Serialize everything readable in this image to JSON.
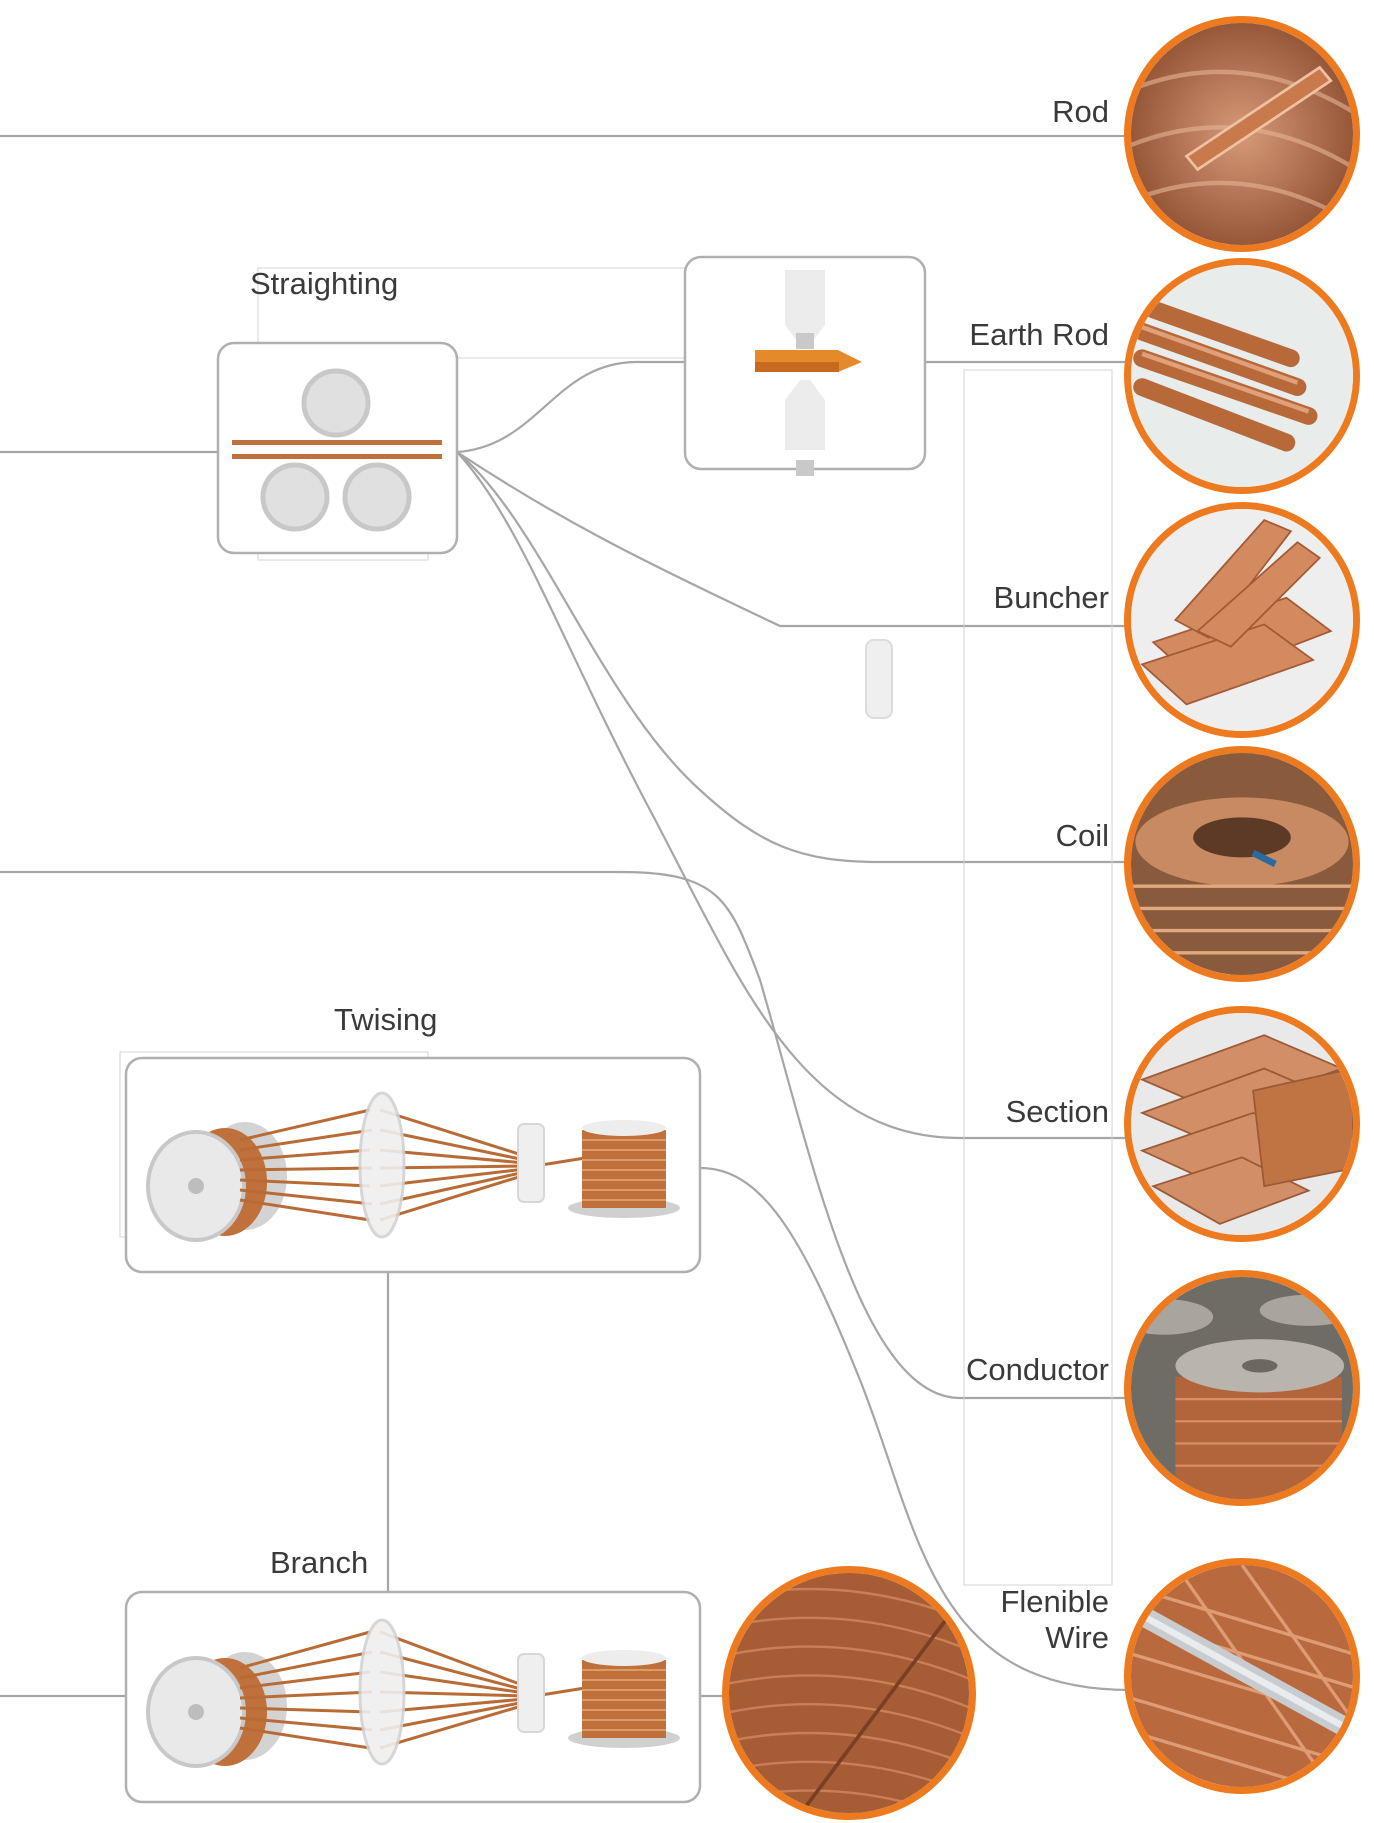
{
  "stages": {
    "straighting": "Straighting",
    "twising": "Twising",
    "branch": "Branch"
  },
  "products": [
    {
      "label": "Rod"
    },
    {
      "label": "Earth Rod"
    },
    {
      "label": "Buncher"
    },
    {
      "label": "Coil"
    },
    {
      "label": "Section"
    },
    {
      "label": "Conductor"
    },
    {
      "label_line1": "Flenible",
      "label_line2": "Wire"
    }
  ],
  "colors": {
    "accent_ring": "#ee7a1f",
    "copper": "#c0703a",
    "connector_line": "#a6a6a6"
  }
}
